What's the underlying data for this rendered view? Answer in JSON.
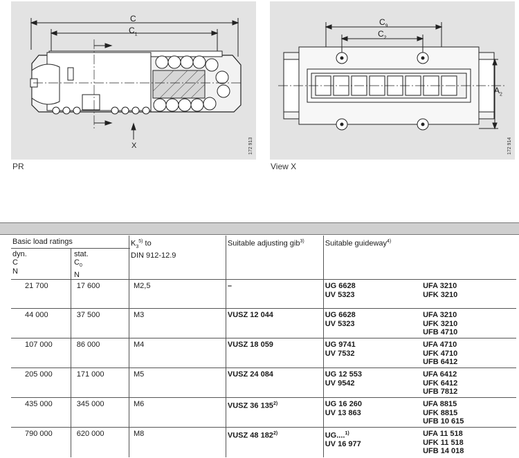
{
  "figures": {
    "left": {
      "caption": "PR",
      "dim_c": "C",
      "dim_c1": "C",
      "dim_c1_sub": "1",
      "x_label": "X",
      "number": "172 913"
    },
    "right": {
      "caption": "View X",
      "dim_c9": "C",
      "dim_c9_sub": "9",
      "dim_c2": "C",
      "dim_c2_sub": "2",
      "dim_a2": "A",
      "dim_a2_sub": "2",
      "number": "172 914"
    }
  },
  "table": {
    "header": {
      "basic_load": "Basic load ratings",
      "dyn_line1": "dyn.",
      "dyn_line2": "C",
      "dyn_unit": "N",
      "stat_line1": "stat.",
      "stat_line2": "C",
      "stat_sub": "0",
      "stat_unit": "N",
      "k3": "K",
      "k3_sub": "3",
      "k3_sup": "5)",
      "k3_to": " to",
      "k3_line2": "DIN 912-12.9",
      "gib": "Suitable adjusting gib",
      "gib_sup": "3)",
      "guideway": "Suitable guideway",
      "guideway_sup": "4)"
    },
    "rows": [
      {
        "dyn": "21 700",
        "stat": "17 600",
        "k3": "M2,5",
        "gib": "–",
        "gib_sup": "",
        "guide_a": [
          "UG 6628",
          "UV 5323"
        ],
        "guide_a_sup": "",
        "guide_b": [
          "UFA 3210",
          "UFK 3210"
        ]
      },
      {
        "dyn": "44 000",
        "stat": "37 500",
        "k3": "M3",
        "gib": "VUSZ 12 044",
        "gib_sup": "",
        "guide_a": [
          "UG 6628",
          "UV 5323"
        ],
        "guide_a_sup": "",
        "guide_b": [
          "UFA 3210",
          "UFK 3210",
          "UFB 4710"
        ]
      },
      {
        "dyn": "107 000",
        "stat": "86 000",
        "k3": "M4",
        "gib": "VUSZ 18 059",
        "gib_sup": "",
        "guide_a": [
          "UG 9741",
          "UV 7532"
        ],
        "guide_a_sup": "",
        "guide_b": [
          "UFA 4710",
          "UFK 4710",
          "UFB 6412"
        ]
      },
      {
        "dyn": "205 000",
        "stat": "171 000",
        "k3": "M5",
        "gib": "VUSZ 24 084",
        "gib_sup": "",
        "guide_a": [
          "UG 12 553",
          "UV 9542"
        ],
        "guide_a_sup": "",
        "guide_b": [
          "UFA 6412",
          "UFK 6412",
          "UFB 7812"
        ]
      },
      {
        "dyn": "435 000",
        "stat": "345 000",
        "k3": "M6",
        "gib": "VUSZ 36 135",
        "gib_sup": "2)",
        "guide_a": [
          "UG 16 260",
          "UV 13 863"
        ],
        "guide_a_sup": "",
        "guide_b": [
          "UFA 8815",
          "UFK 8815",
          "UFB 10 615"
        ]
      },
      {
        "dyn": "790 000",
        "stat": "620 000",
        "k3": "M8",
        "gib": "VUSZ 48 182",
        "gib_sup": "2)",
        "guide_a": [
          "UG....",
          "UV 16 977"
        ],
        "guide_a_sup": "1)",
        "guide_b": [
          "UFA 11 518",
          "UFK 11 518",
          "UFB 14 018"
        ]
      }
    ]
  }
}
